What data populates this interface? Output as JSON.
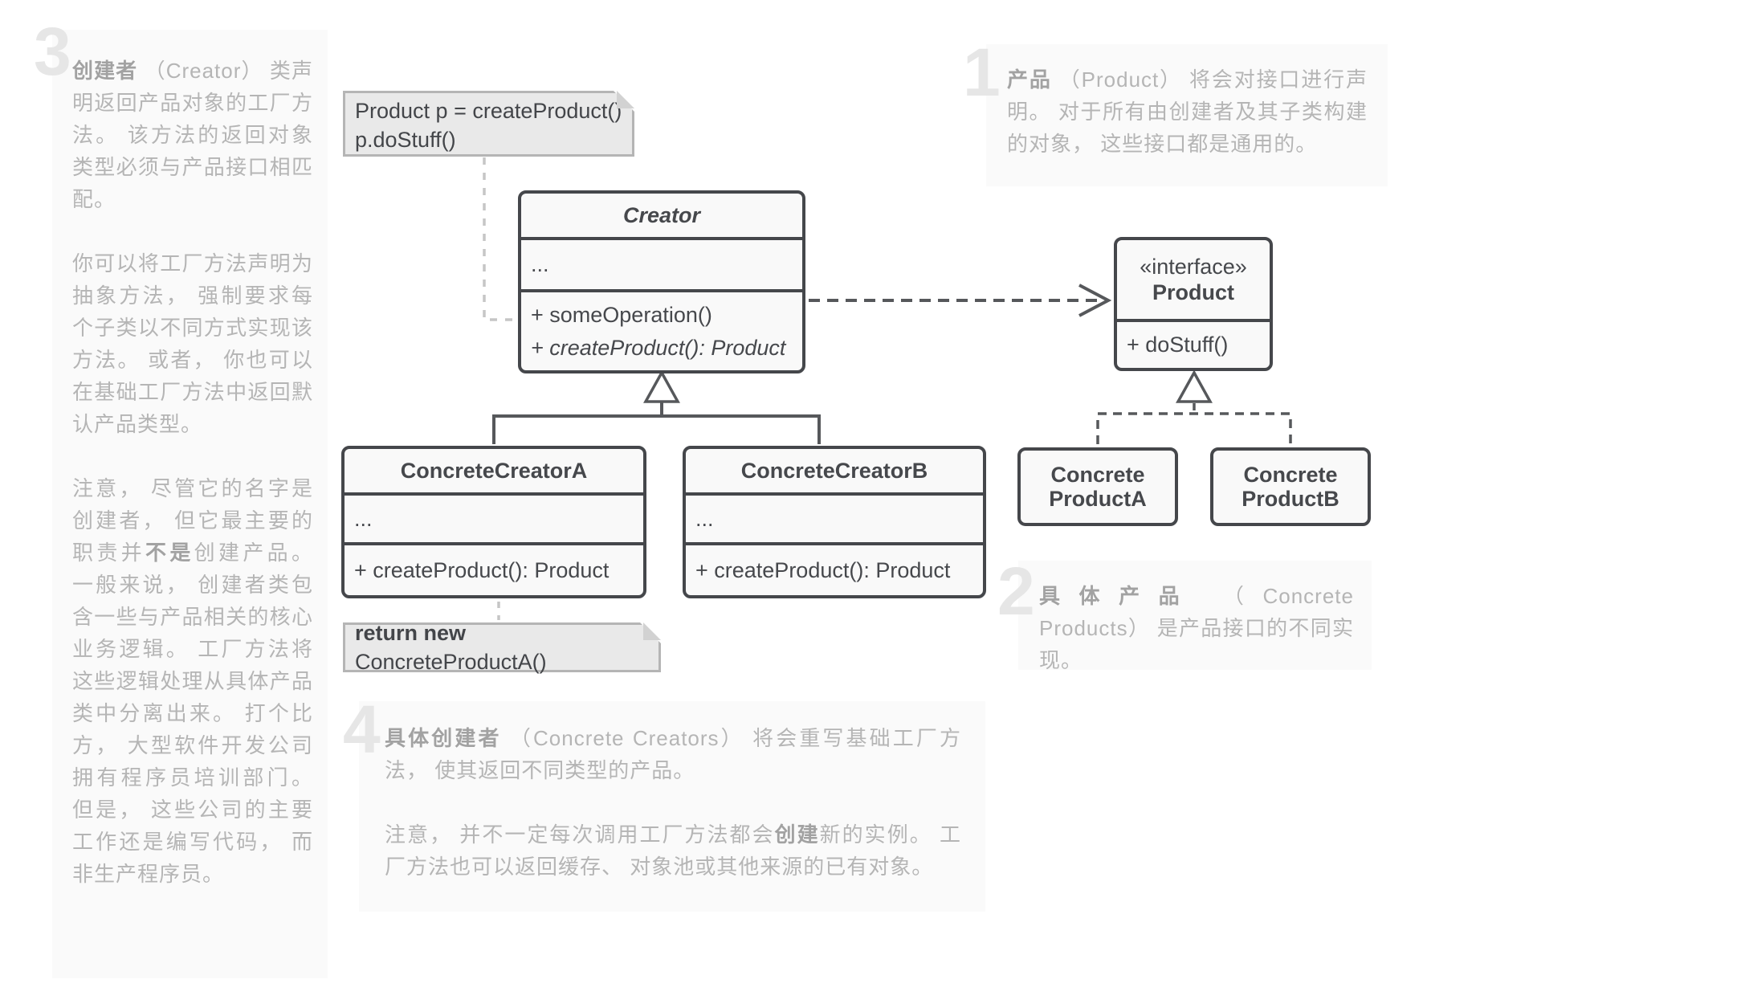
{
  "colors": {
    "box_border": "#45474b",
    "box_fill": "#f9f9f9",
    "box_text": "#46484c",
    "note_fill": "#e9e9e9",
    "note_border": "#b5b5b5",
    "relation_line": "#56585b",
    "note_link_line": "#c6c6c6",
    "annotation_text": "#b5b5b5",
    "annotation_number": "#e6e6e6",
    "annotation_bg": "#fafafa"
  },
  "sidebar_note": {
    "number": "3",
    "paragraphs": [
      [
        {
          "t": "创建者",
          "b": true
        },
        {
          "t": " （Creator） 类声明返回产品对象的工厂方法。 该方法的返回对象类型必须与产品接口相匹配。",
          "b": false
        }
      ],
      [
        {
          "t": "你可以将工厂方法声明为抽象方法， 强制要求每个子类以不同方式实现该方法。 或者， 你也可以在基础工厂方法中返回默认产品类型。",
          "b": false
        }
      ],
      [
        {
          "t": "注意， 尽管它的名字是创建者， 但它最主要的职责并",
          "b": false
        },
        {
          "t": "不是",
          "b": true
        },
        {
          "t": "创建产品。 一般来说， 创建者类包含一些与产品相关的核心业务逻辑。 工厂方法将这些逻辑处理从具体产品类中分离出来。 打个比方， 大型软件开发公司拥有程序员培训部门。 但是， 这些公司的主要工作还是编写代码， 而非生产程序员。",
          "b": false
        }
      ]
    ]
  },
  "annotation_product": {
    "number": "1",
    "paragraphs": [
      [
        {
          "t": "产品",
          "b": true
        },
        {
          "t": " （Product） 将会对接口进行声明。 对于所有由创建者及其子类构建的对象， 这些接口都是通用的。",
          "b": false
        }
      ]
    ]
  },
  "annotation_concrete_products": {
    "number": "2",
    "paragraphs": [
      [
        {
          "t": "具体产品",
          "b": true
        },
        {
          "t": " （Concrete Products） 是产品接口的不同实现。",
          "b": false
        }
      ]
    ]
  },
  "annotation_concrete_creators": {
    "number": "4",
    "paragraphs": [
      [
        {
          "t": "具体创建者",
          "b": true
        },
        {
          "t": " （Concrete Creators） 将会重写基础工厂方法， 使其返回不同类型的产品。",
          "b": false
        }
      ],
      [
        {
          "t": "注意， 并不一定每次调用工厂方法都会",
          "b": false
        },
        {
          "t": "创建",
          "b": true
        },
        {
          "t": "新的实例。 工厂方法也可以返回缓存、 对象池或其他来源的已有对象。",
          "b": false
        }
      ]
    ]
  },
  "notes": {
    "client_code": {
      "lines": [
        "Product p = createProduct()",
        "p.doStuff()"
      ]
    },
    "return_statement": {
      "runs": [
        {
          "t": "return new",
          "b": true
        },
        {
          "t": " ConcreteProductA()",
          "b": false
        }
      ]
    }
  },
  "uml": {
    "creator": {
      "title": "Creator",
      "ellipsis": "...",
      "methods": [
        {
          "text": "+ someOperation()",
          "italic": false
        },
        {
          "text": "+ createProduct(): Product",
          "italic": true
        }
      ]
    },
    "concrete_creator_a": {
      "title": "ConcreteCreatorA",
      "ellipsis": "...",
      "method": "+ createProduct(): Product"
    },
    "concrete_creator_b": {
      "title": "ConcreteCreatorB",
      "ellipsis": "...",
      "method": "+ createProduct(): Product"
    },
    "product_interface": {
      "stereotype": "«interface»",
      "title": "Product",
      "method": "+ doStuff()"
    },
    "concrete_product_a": {
      "line1": "Concrete",
      "line2": "ProductA"
    },
    "concrete_product_b": {
      "line1": "Concrete",
      "line2": "ProductB"
    }
  }
}
